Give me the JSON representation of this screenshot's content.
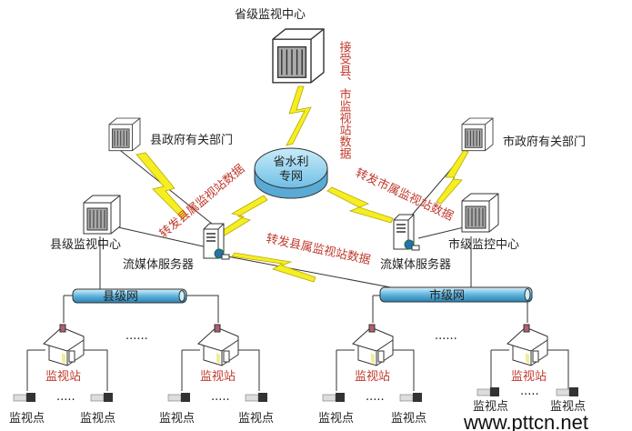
{
  "nodes": {
    "provincial_center": "省级监视中心",
    "county_gov": "县政府有关部门",
    "city_gov": "市政府有关部门",
    "county_center": "县级监视中心",
    "city_center": "市级监控中心",
    "streaming_server_left": "流媒体服务器",
    "streaming_server_right": "流媒体服务器",
    "network_line1": "省水利",
    "network_line2": "专网",
    "county_net": "县级网",
    "city_net": "市级网",
    "station": "监视站",
    "point": "监视点",
    "ellipsis": "......",
    "small_ellipsis": "....."
  },
  "annotations": {
    "receive": "接受县、市监视站数据",
    "forward_county_left": "转发县属监视站数据",
    "forward_county_mid": "转发县属监视站数据",
    "forward_city": "转发市属监视站数据"
  },
  "watermark": "www.pttcn.net",
  "colors": {
    "annotation": "#c0392b",
    "pipe": "#5fb4dd",
    "bolt": "#f5ee22",
    "network": "#8fd0f0"
  }
}
